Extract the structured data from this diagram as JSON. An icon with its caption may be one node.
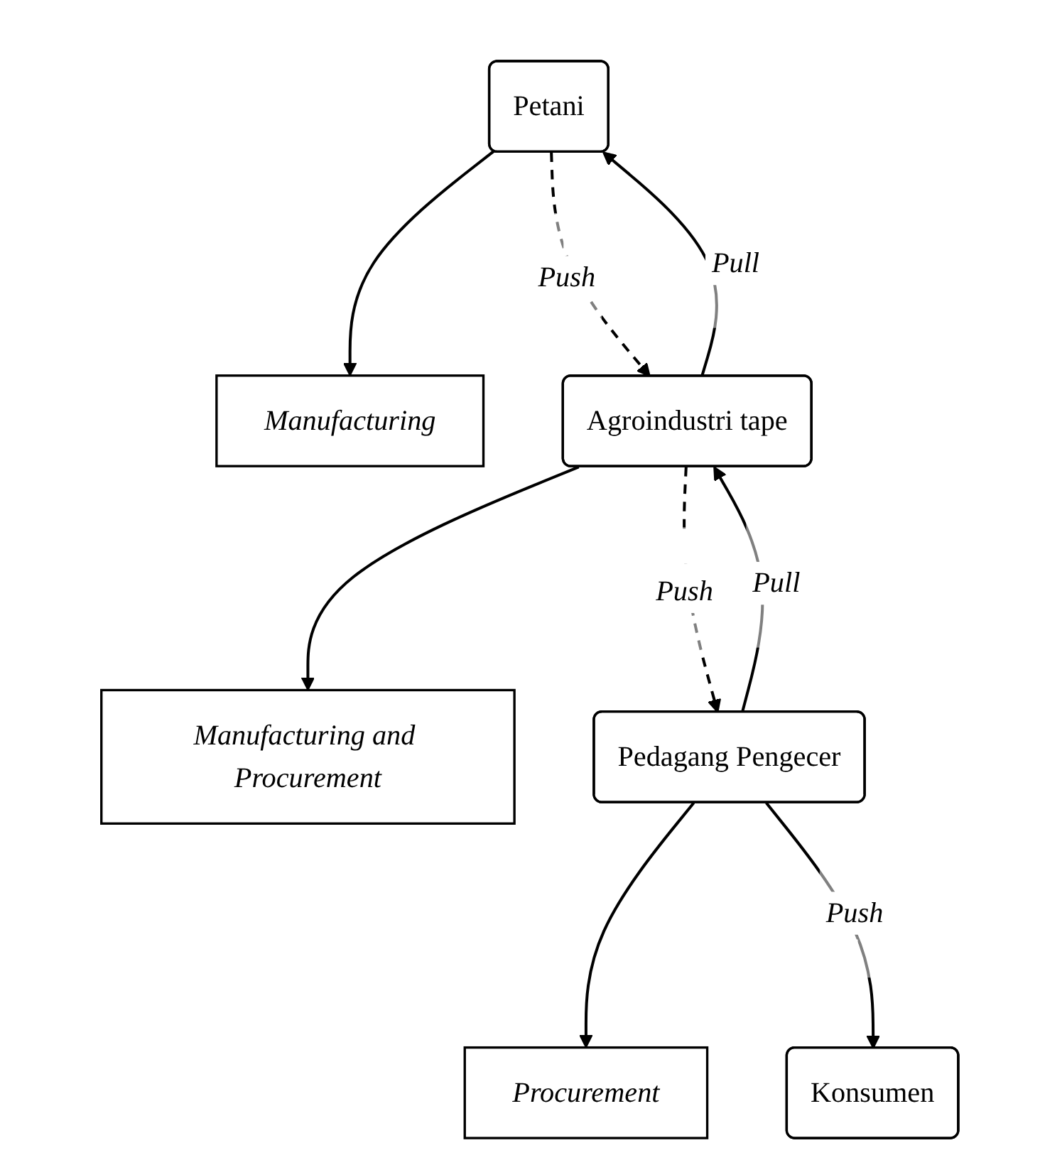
{
  "diagram": {
    "nodes": [
      {
        "text": [
          "Petani"
        ]
      },
      {
        "text": [
          "Manufacturing"
        ]
      },
      {
        "text": [
          "Agroindustri tape"
        ]
      },
      {
        "text": [
          "Manufacturing and Procurement"
        ]
      },
      {
        "text": [
          "Pedagang Pengecer"
        ]
      },
      {
        "text": [
          "Procurement"
        ]
      },
      {
        "text": [
          "Konsumen"
        ]
      }
    ],
    "edges": [
      {
        "from": 0,
        "to": 1,
        "arrow": "to"
      },
      {
        "from": 2,
        "to": 0,
        "arrow": "to",
        "label": "Pull"
      },
      {
        "from": 0,
        "to": 2,
        "arrow": "to",
        "label": "Push",
        "style": "dashed"
      },
      {
        "from": 2,
        "to": 3,
        "arrow": "to"
      },
      {
        "from": 4,
        "to": 2,
        "arrow": "to",
        "label": "Pull"
      },
      {
        "from": 2,
        "to": 4,
        "arrow": "to",
        "label": "Push",
        "style": "dashed"
      },
      {
        "from": 4,
        "to": 5,
        "arrow": "to"
      },
      {
        "from": 4,
        "to": 6,
        "arrow": "to",
        "label": "Push"
      }
    ]
  }
}
